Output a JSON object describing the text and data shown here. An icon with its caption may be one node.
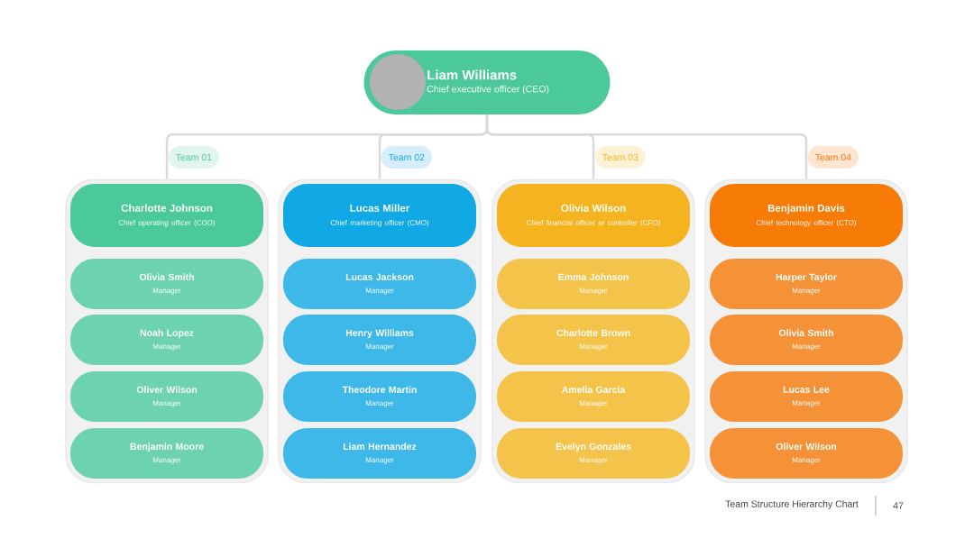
{
  "diagram": {
    "nodes": [
      {
        "text": [
          "Liam Williams",
          "Chief executive officer (CEO)"
        ]
      },
      {
        "text": [
          "Team 01"
        ]
      },
      {
        "text": [
          "Charlotte Johnson",
          "Chief operating officer (COO)"
        ],
        "in": 1
      },
      {
        "text": [
          "Olivia Smith",
          "Manager"
        ],
        "in": 1
      },
      {
        "text": [
          "Noah Lopez",
          "Manager"
        ],
        "in": 1
      },
      {
        "text": [
          "Oliver Wilson",
          "Manager"
        ],
        "in": 1
      },
      {
        "text": [
          "Benjamin Moore",
          "Manager"
        ],
        "in": 1
      },
      {
        "text": [
          "Team 02"
        ]
      },
      {
        "text": [
          "Lucas Miller",
          "Chief marketing officer (CMO)"
        ],
        "in": 7
      },
      {
        "text": [
          "Lucas Jackson",
          "Manager"
        ],
        "in": 7
      },
      {
        "text": [
          "Henry Williams",
          "Manager"
        ],
        "in": 7
      },
      {
        "text": [
          "Theodore Martin",
          "Manager"
        ],
        "in": 7
      },
      {
        "text": [
          "Liam Hernandez",
          "Manager"
        ],
        "in": 7
      },
      {
        "text": [
          "Team 03"
        ]
      },
      {
        "text": [
          "Olivia Wilson",
          "Chief financial officer or controller (CFO)"
        ],
        "in": 13
      },
      {
        "text": [
          "Emma Johnson",
          "Manager"
        ],
        "in": 13
      },
      {
        "text": [
          "Charlotte Brown",
          "Manager"
        ],
        "in": 13
      },
      {
        "text": [
          "Amelia Garcia",
          "Manager"
        ],
        "in": 13
      },
      {
        "text": [
          "Evelyn Gonzales",
          "Manager"
        ],
        "in": 13
      },
      {
        "text": [
          "Team 04"
        ]
      },
      {
        "text": [
          "Benjamin Davis",
          "Chief technology officer (CTO)"
        ],
        "in": 19
      },
      {
        "text": [
          "Harper Taylor",
          "Manager"
        ],
        "in": 19
      },
      {
        "text": [
          "Olivia Smith",
          "Manager"
        ],
        "in": 19
      },
      {
        "text": [
          "Lucas Lee",
          "Manager"
        ],
        "in": 19
      },
      {
        "text": [
          "Oliver Wilson",
          "Manager"
        ],
        "in": 19
      }
    ],
    "edges": [
      {
        "from": 0,
        "to": 1,
        "arrow": "none"
      },
      {
        "from": 0,
        "to": 7,
        "arrow": "none"
      },
      {
        "from": 0,
        "to": 13,
        "arrow": "none"
      },
      {
        "from": 0,
        "to": 19,
        "arrow": "none"
      }
    ],
    "labels": [
      "Team Structure Hierarchy Chart",
      "47"
    ]
  }
}
